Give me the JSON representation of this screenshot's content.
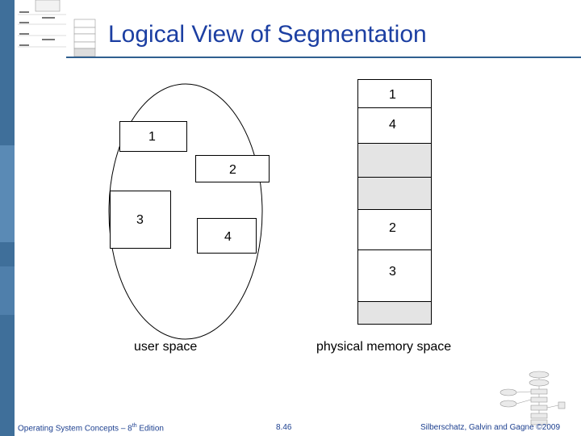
{
  "title": "Logical View of Segmentation",
  "user_space": {
    "caption": "user space",
    "segments": [
      "1",
      "2",
      "3",
      "4"
    ]
  },
  "physical_memory": {
    "caption": "physical memory space",
    "blocks": [
      {
        "label": "1",
        "state": "allocated"
      },
      {
        "label": "4",
        "state": "allocated"
      },
      {
        "label": "",
        "state": "free"
      },
      {
        "label": "",
        "state": "free"
      },
      {
        "label": "2",
        "state": "allocated"
      },
      {
        "label": "3",
        "state": "allocated"
      },
      {
        "label": "",
        "state": "free"
      }
    ]
  },
  "footer": {
    "left_pre": "Operating System Concepts – 8",
    "left_sup": "th",
    "left_post": " Edition",
    "center": "8.46",
    "right": "Silberschatz, Galvin and Gagne ©2009"
  },
  "colors": {
    "title": "#1c3fa2",
    "sidebar": "#3f6f9a",
    "free_block": "#e4e4e4",
    "footer_text": "#1c3f8f"
  }
}
